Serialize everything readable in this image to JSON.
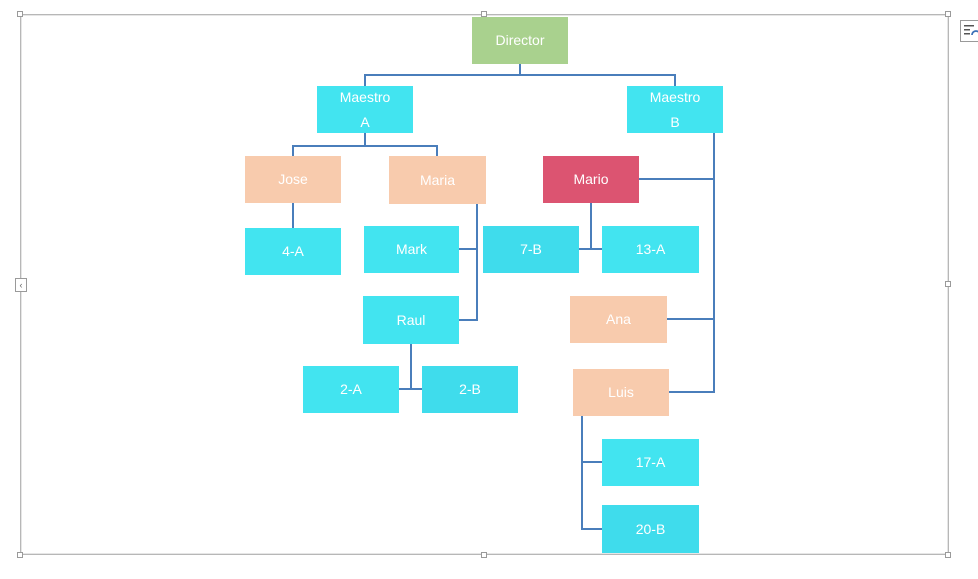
{
  "nodes": {
    "director": "Director",
    "maestro_a_line1": "Maestro",
    "maestro_a_line2": "A",
    "maestro_b_line1": "Maestro",
    "maestro_b_line2": "B",
    "jose": "Jose",
    "maria": "Maria",
    "mario": "Mario",
    "g4a": "4-A",
    "mark": "Mark",
    "g7b": "7-B",
    "g13a": "13-A",
    "raul": "Raul",
    "ana": "Ana",
    "g2a": "2-A",
    "g2b": "2-B",
    "luis": "Luis",
    "g17a": "17-A",
    "g20b": "20-B"
  },
  "colors": {
    "connector": "#4a7ebb",
    "director": "#a9d18e",
    "maestro": "#42e4f0",
    "teacher": "#f8cbad",
    "highlighted_teacher": "#dc5471",
    "group": "#42e4f0"
  },
  "icons": {
    "collapse": "chevron-left-icon",
    "layout_options": "layout-options-icon"
  }
}
